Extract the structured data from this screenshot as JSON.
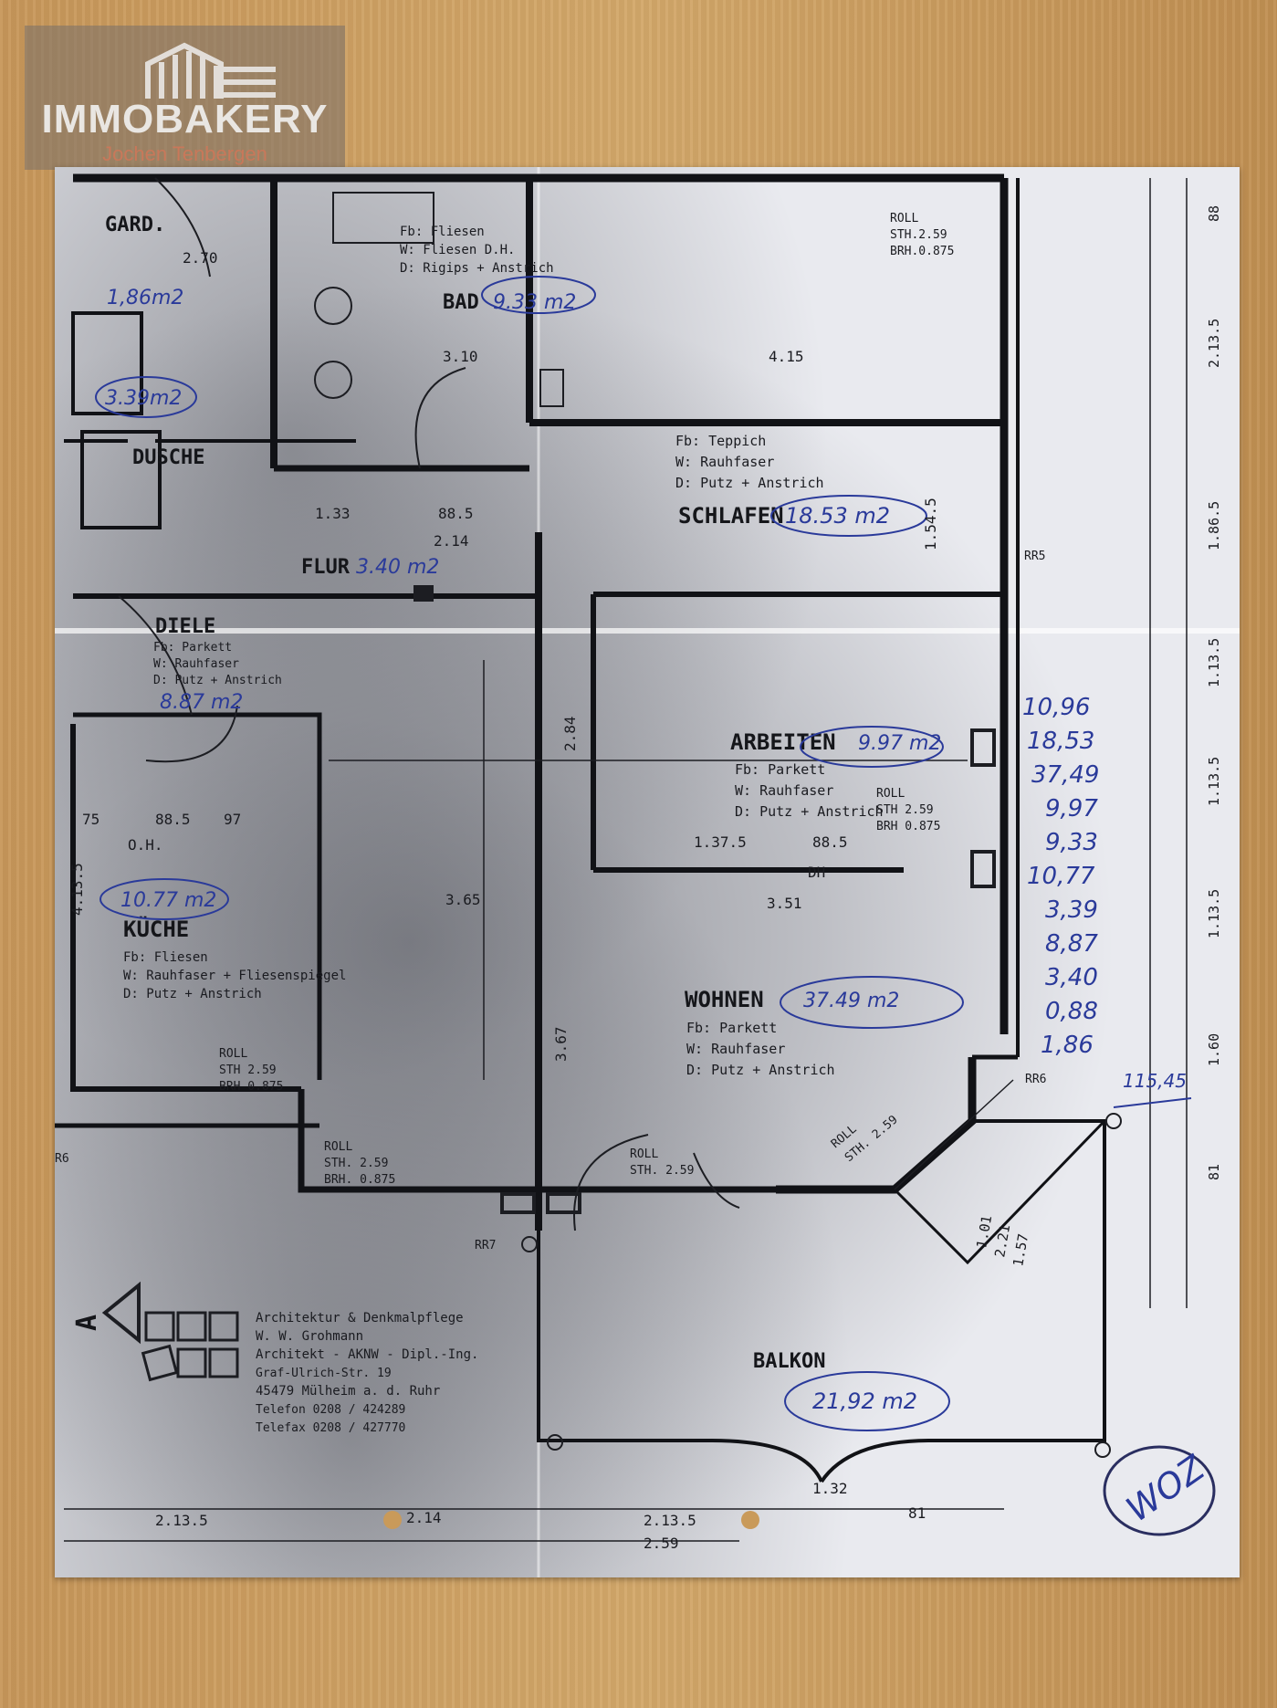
{
  "logo": {
    "name": "IMMOBAKERY",
    "sub": "Jochen Tenbergen"
  },
  "rooms": {
    "gard": "GARD.",
    "gard_area": "1,86m2",
    "bad": "BAD",
    "bad_area": "9.33 m2",
    "bad_finish": [
      "Fb: Fliesen",
      "W: Fliesen D.H.",
      "D: Rigips + Anstrich"
    ],
    "dusche": "DUSCHE",
    "dusche_area": "3.39m2",
    "schlafen": "SCHLAFEN",
    "schlafen_area": "18.53 m2",
    "schlafen_finish": [
      "Fb: Teppich",
      "W: Rauhfaser",
      "D: Putz + Anstrich"
    ],
    "flur": "FLUR",
    "flur_area": "3.40 m2",
    "diele": "DIELE",
    "diele_area": "8.87 m2",
    "diele_finish": [
      "Fb: Parkett",
      "W: Rauhfaser",
      "D: Putz + Anstrich"
    ],
    "arbeiten": "ARBEITEN",
    "arbeiten_area": "9.97 m2",
    "arbeiten_finish": [
      "Fb: Parkett",
      "W: Rauhfaser",
      "D: Putz + Anstrich"
    ],
    "kueche": "KÜCHE",
    "kueche_area": "10.77 m2",
    "kueche_finish": [
      "Fb: Fliesen",
      "W: Rauhfaser + Fliesenspiegel",
      "D: Putz + Anstrich"
    ],
    "wohnen": "WOHNEN",
    "wohnen_area": "37.49 m2",
    "wohnen_finish": [
      "Fb: Parkett",
      "W: Rauhfaser",
      "D: Putz + Anstrich"
    ],
    "balkon": "BALKON",
    "balkon_area": "21,92 m2"
  },
  "window_notes": {
    "schlafen": [
      "ROLL",
      "STH.2.59",
      "BRH.0.875"
    ],
    "arbeiten": [
      "ROLL",
      "STH 2.59",
      "BRH 0.875"
    ],
    "kueche": [
      "ROLL",
      "STH 2.59",
      "BRH 0.875"
    ],
    "diele": [
      "ROLL",
      "STH. 2.59",
      "BRH. 0.875"
    ],
    "wohnen_door": [
      "ROLL",
      "STH. 2.59"
    ],
    "wohnen_bay": [
      "ROLL",
      "STH. 2.59"
    ]
  },
  "dimensions": {
    "gard_w": "2.70",
    "bad_w": "3.10",
    "schlafen_w": "4.15",
    "schlafen_h": "1.54.5",
    "arbeiten_w": "3.51",
    "arbeiten_h": "2.84",
    "arbeiten_d1": "1.37.5",
    "arbeiten_d2": "88.5",
    "wohnen_w": "3.65",
    "wohnen_h": "3.67",
    "kueche_h": "4.13.5",
    "kueche_d1": "75",
    "kueche_d2": "88.5",
    "kueche_d3": "97",
    "flur_d1": "1.33",
    "flur_d2": "88.5",
    "flur_d3": "2.14",
    "bay_d1": "1.01",
    "bay_d2": "2.21",
    "bay_d3": "1.57",
    "balkon_w": "1.32",
    "balkon_d": "81",
    "bottom": [
      "2.13.5",
      "2.14",
      "2.13.5",
      "2.59"
    ],
    "right": [
      "88",
      "2.13.5",
      "1.86.5",
      "1.13.5",
      "1.13.5",
      "1.13.5",
      "1.60",
      "81"
    ],
    "oh": "O.H.",
    "dh": "DH",
    "rr5": "RR5",
    "rr6": "RR6",
    "rr7": "RR7",
    "r6": "R6"
  },
  "hand_sum": [
    "10,96",
    "18,53",
    "37,49",
    "9,97",
    "9,33",
    "10,77",
    "3,39",
    "8,87",
    "3,40",
    "0,88",
    "1,86"
  ],
  "hand_total": "115,45",
  "hand_note": "WOZ",
  "stamp": {
    "marker": "A",
    "lines": [
      "Architektur & Denkmalpflege",
      "W. W. Grohmann",
      "Architekt - AKNW - Dipl.-Ing.",
      "Graf-Ulrich-Str. 19",
      "45479 Mülheim a. d. Ruhr",
      "Telefon 0208 / 424289",
      "Telefax 0208 / 427770"
    ]
  }
}
